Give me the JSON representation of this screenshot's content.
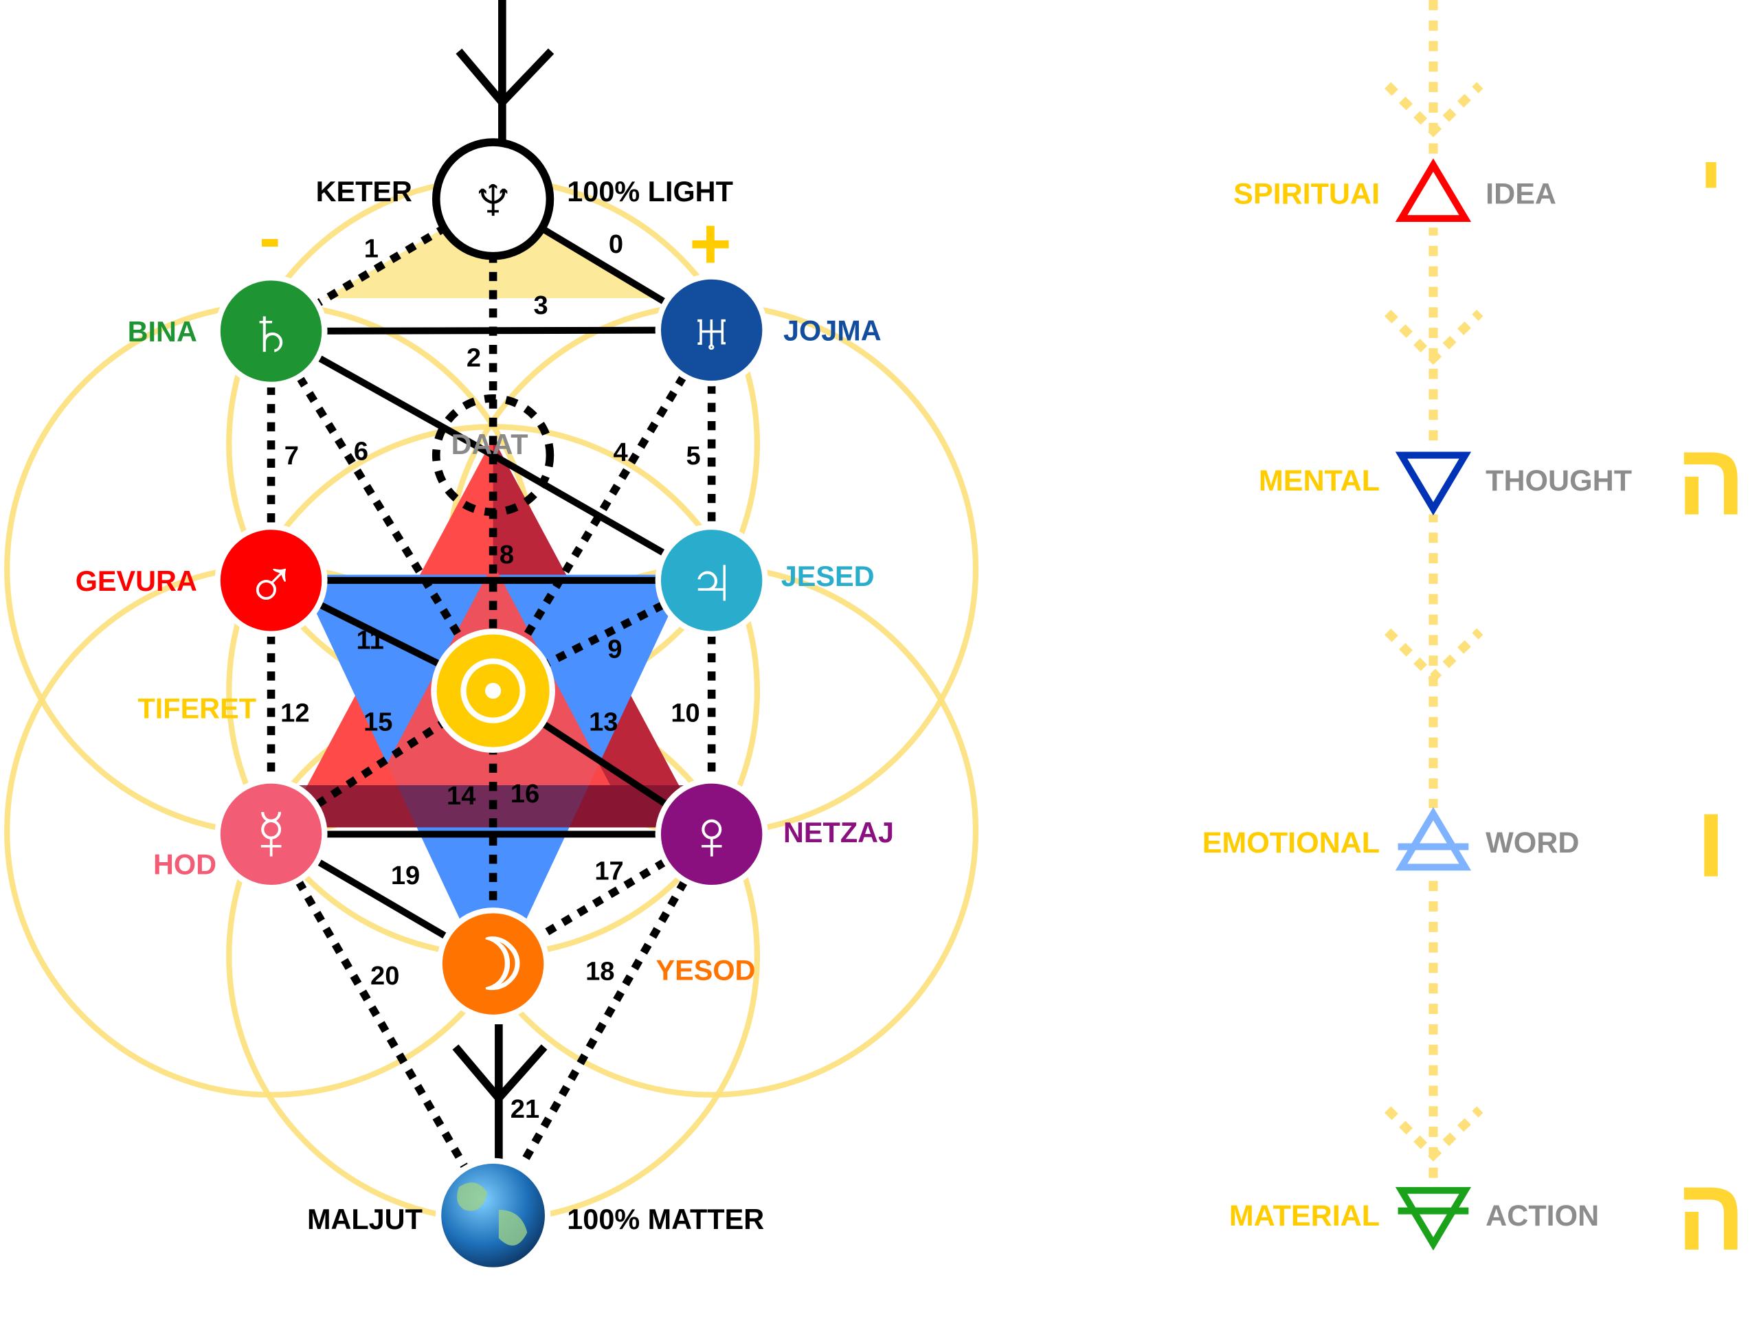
{
  "tree": {
    "top_label_left": "KETER",
    "top_label_right": "100% LIGHT",
    "bottom_label_left": "MALJUT",
    "bottom_label_right": "100% MATTER",
    "minus_sign": "-",
    "plus_sign": "+",
    "sefirot": [
      {
        "id": "keter",
        "label": "KETER",
        "color": "#ffffff",
        "symbol": "♆",
        "icon": "neptune-trident-icon"
      },
      {
        "id": "bina",
        "label": "BINA",
        "color": "#1f9433",
        "symbol": "♄",
        "icon": "saturn-icon"
      },
      {
        "id": "jojma",
        "label": "JOJMA",
        "color": "#134e9e",
        "symbol": "♅",
        "icon": "uranus-icon"
      },
      {
        "id": "daat",
        "label": "DAAT",
        "color": "#8a8a8a",
        "symbol": "",
        "icon": "dashed-circle-icon"
      },
      {
        "id": "gevura",
        "label": "GEVURA",
        "color": "#ff0000",
        "symbol": "♂",
        "icon": "mars-icon"
      },
      {
        "id": "jesed",
        "label": "JESED",
        "color": "#2aaccc",
        "symbol": "♃",
        "icon": "jupiter-icon"
      },
      {
        "id": "tiferet",
        "label": "TIFERET",
        "color": "#ffcc00",
        "symbol": "☉",
        "icon": "sun-icon"
      },
      {
        "id": "hod",
        "label": "HOD",
        "color": "#f25c75",
        "symbol": "☿",
        "icon": "mercury-icon"
      },
      {
        "id": "netzaj",
        "label": "NETZAJ",
        "color": "#8a1080",
        "symbol": "♀",
        "icon": "venus-icon"
      },
      {
        "id": "yesod",
        "label": "YESOD",
        "color": "#ff7300",
        "symbol": "☽",
        "icon": "moon-icon"
      },
      {
        "id": "maljut",
        "label": "MALJUT",
        "color": "#2a78c8",
        "symbol": "",
        "icon": "earth-globe-icon"
      }
    ],
    "paths": [
      "0",
      "1",
      "2",
      "3",
      "4",
      "5",
      "6",
      "7",
      "8",
      "9",
      "10",
      "11",
      "12",
      "13",
      "14",
      "15",
      "16",
      "17",
      "18",
      "19",
      "20",
      "21"
    ],
    "colors": {
      "circles": "#fde07a",
      "supernal_triangle": "#fde99a",
      "red_triangle": "#ff4a4a",
      "dark_red": "#b02038",
      "blue_triangle": "#4a90ff"
    }
  },
  "planes": {
    "line_color": "#fde07a",
    "rows": [
      {
        "plane": "SPIRITUAI",
        "aspect": "IDEA",
        "letter": "י",
        "icon": "fire-triangle-icon",
        "color": "#ff0000"
      },
      {
        "plane": "MENTAL",
        "aspect": "THOUGHT",
        "letter": "ה",
        "icon": "water-triangle-icon",
        "color": "#0033b5"
      },
      {
        "plane": "EMOTIONAL",
        "aspect": "WORD",
        "letter": "ו",
        "icon": "air-triangle-icon",
        "color": "#7fb3ff"
      },
      {
        "plane": "MATERIAL",
        "aspect": "ACTION",
        "letter": "ה",
        "icon": "earth-triangle-icon",
        "color": "#1aa31a"
      }
    ],
    "plane_color": "#ffcc00",
    "aspect_color": "#8c8c8c",
    "letter_color": "#ffd633"
  }
}
